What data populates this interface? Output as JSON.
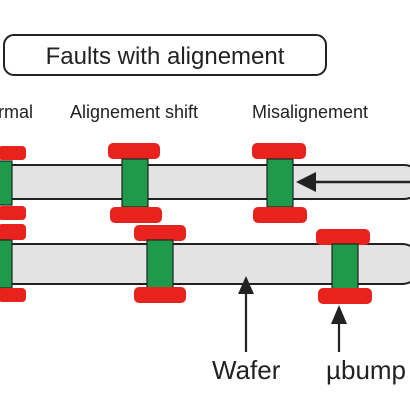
{
  "title": "Faults with alignement",
  "columns": {
    "normal": "rmal",
    "shift": "Alignement shift",
    "misalignment": "Misalignement"
  },
  "callouts": {
    "wafer": "Wafer",
    "ubump": "µbump"
  },
  "colors": {
    "wafer_fill": "#e3e3e3",
    "outline": "#222222",
    "pad": "#e8231d",
    "bump": "#1d9a4a",
    "text": "#222222"
  }
}
